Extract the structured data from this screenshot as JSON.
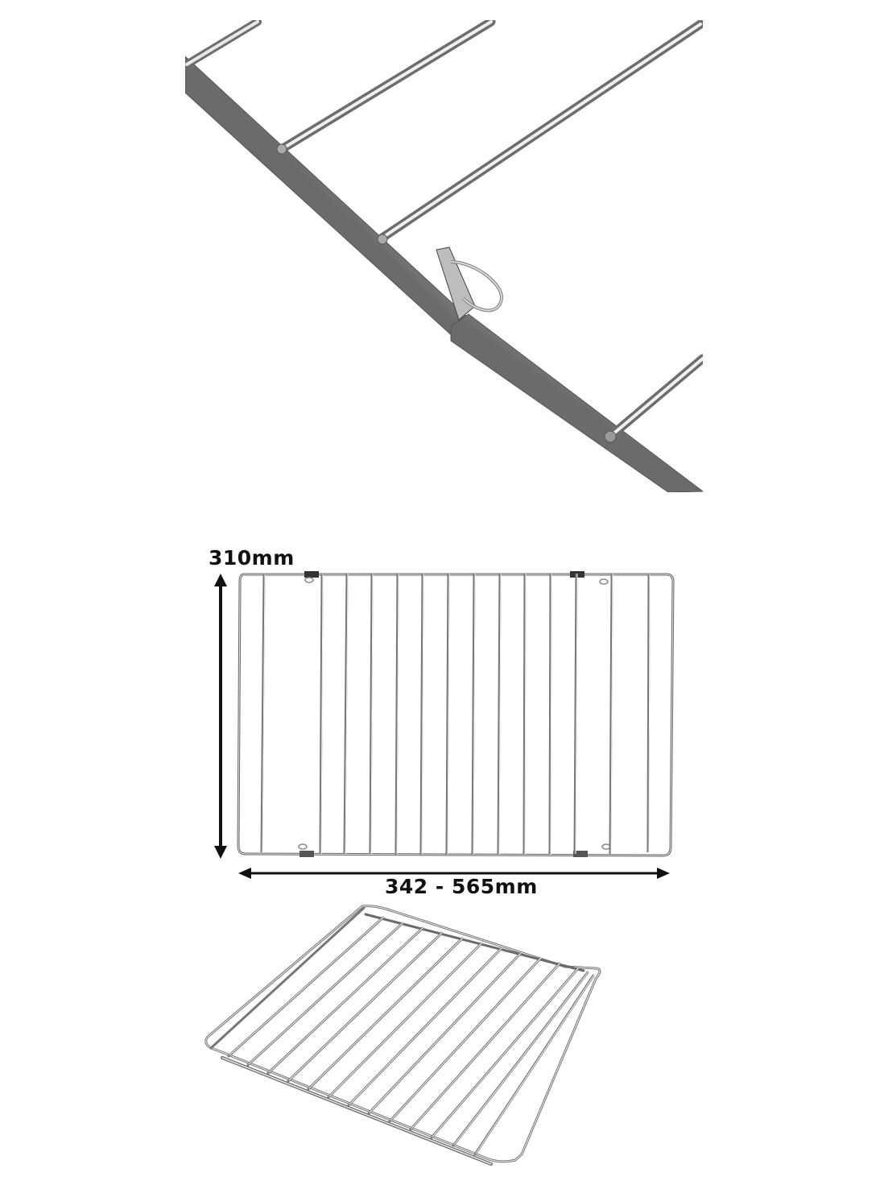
{
  "product": {
    "subject": "Adjustable extendable chrome oven shelf / wire rack",
    "views": [
      {
        "id": "closeup",
        "description": "Close-up of telescopic side rail with spring clip"
      },
      {
        "id": "diagram",
        "description": "Top view with dimensions"
      },
      {
        "id": "perspective",
        "description": "Angled perspective view of rack"
      }
    ]
  },
  "dimensions": {
    "height_label": "310mm",
    "width_label": "342 - 565mm"
  },
  "rack": {
    "bar_count": 14,
    "colors": {
      "chrome_light": "#e6e6e6",
      "chrome_mid": "#a8a8a8",
      "chrome_dark": "#5a5a5a",
      "arrow": "#111111",
      "background": "#ffffff"
    }
  }
}
